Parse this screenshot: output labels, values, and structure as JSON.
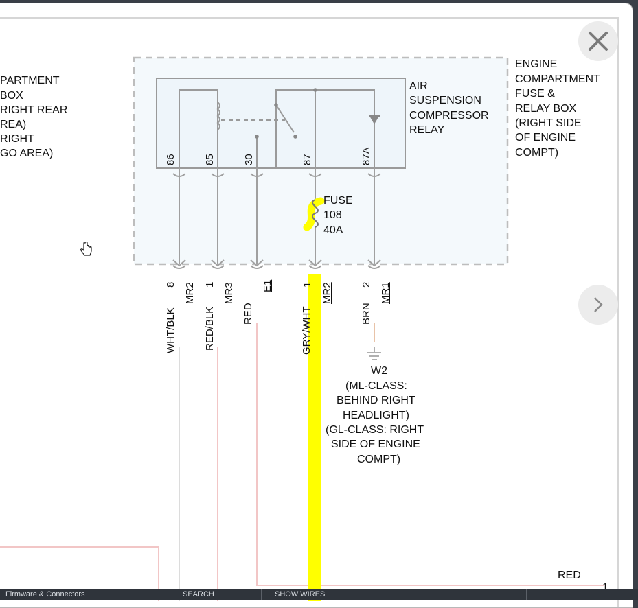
{
  "left_location": {
    "lines": [
      "PARTMENT",
      "BOX",
      "RIGHT REAR",
      "REA)",
      "RIGHT",
      "GO AREA)"
    ]
  },
  "relay": {
    "name_lines": [
      "AIR",
      "SUSPENSION",
      "COMPRESSOR",
      "RELAY"
    ],
    "pins": [
      "86",
      "85",
      "30",
      "87",
      "87A"
    ]
  },
  "fuse_box": {
    "lines": [
      "ENGINE",
      "COMPARTMENT",
      "FUSE &",
      "RELAY BOX",
      "(RIGHT SIDE",
      "OF ENGINE",
      "COMPT)"
    ]
  },
  "fuse": {
    "label": "FUSE",
    "number": "108",
    "rating": "40A"
  },
  "connectors": [
    {
      "pin": "8",
      "connector": "MR2",
      "wire": "WHT/BLK"
    },
    {
      "pin": "1",
      "connector": "MR3",
      "wire": "RED/BLK"
    },
    {
      "pin": "",
      "connector": "E1",
      "wire": "RED"
    },
    {
      "pin": "1",
      "connector": "MR2",
      "wire": "GRY/WHT"
    },
    {
      "pin": "2",
      "connector": "MR1",
      "wire": "BRN"
    }
  ],
  "ground": {
    "name": "W2",
    "lines": [
      "(ML-CLASS:",
      "BEHIND RIGHT",
      "HEADLIGHT)",
      "(GL-CLASS: RIGHT",
      "SIDE OF ENGINE",
      "COMPT)"
    ]
  },
  "bottom_right": {
    "wire": "RED",
    "pin": "1"
  },
  "controls": {
    "close_icon": "close-icon",
    "next_icon": "chevron-right-icon"
  },
  "bottom_bar": {
    "items": [
      "Firmware & Connectors",
      "SEARCH",
      "SHOW WIRES"
    ]
  },
  "colors": {
    "highlight": "#ffff00",
    "wire_pink": "#f2c6c6",
    "wire_gray": "#d8d8d8",
    "diagram_gray": "#999999",
    "relay_fill": "#f2f8fc"
  }
}
